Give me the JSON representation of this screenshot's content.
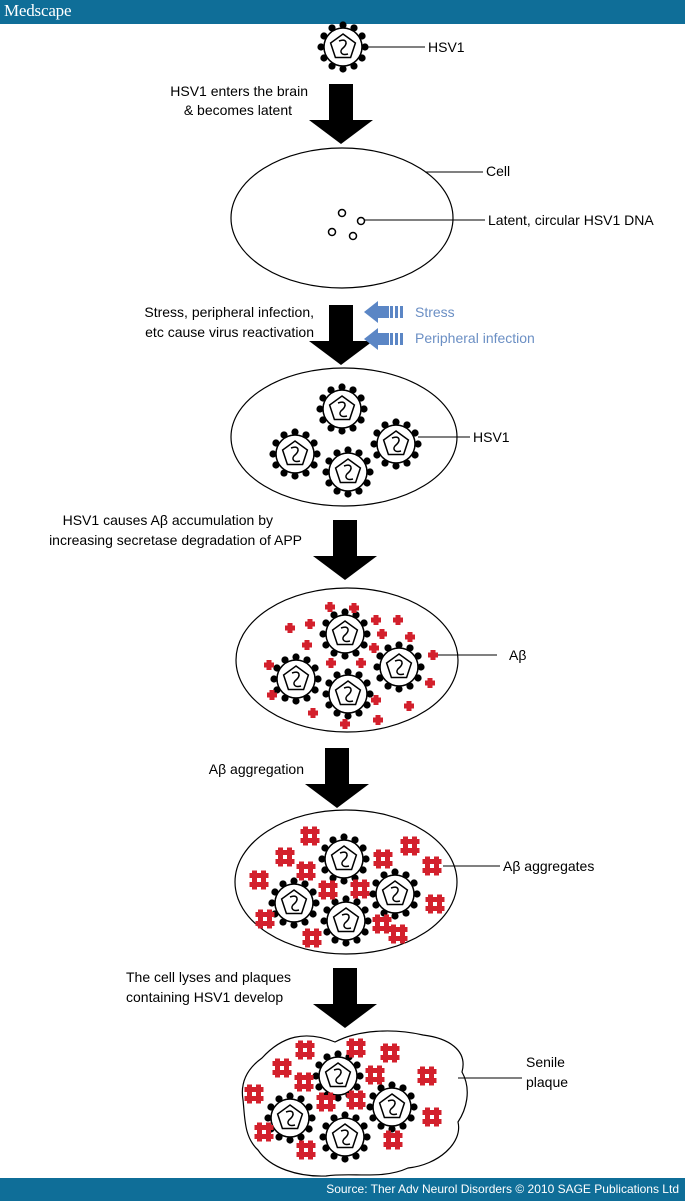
{
  "header": {
    "brand": "Medscape"
  },
  "footer": {
    "source": "Source: Ther Adv Neurol Disorders © 2010 SAGE Publications Ltd"
  },
  "labels": {
    "hsv1_top": "HSV1",
    "step1_line1": "HSV1 enters the brain",
    "step1_line2": "& becomes latent",
    "cell": "Cell",
    "latent_dna": "Latent, circular HSV1 DNA",
    "step2_line1": "Stress, peripheral infection,",
    "step2_line2": "etc cause virus reactivation",
    "stress": "Stress",
    "peripheral_infection": "Peripheral infection",
    "hsv1_cell": "HSV1",
    "step3_line1": "HSV1 causes Aβ accumulation by",
    "step3_line2": "increasing secretase degradation of APP",
    "abeta": "Aβ",
    "step4": "Aβ aggregation",
    "abeta_aggregates": "Aβ aggregates",
    "step5_line1": "The cell lyses and plaques",
    "step5_line2": "containing HSV1 develop",
    "senile_line1": "Senile",
    "senile_line2": "plaque"
  },
  "colors": {
    "brand_bar": "#0f6e98",
    "abeta_red": "#d3202c",
    "input_arrow_blue": "#5b86c5",
    "input_text_blue": "#6b8fc4"
  }
}
